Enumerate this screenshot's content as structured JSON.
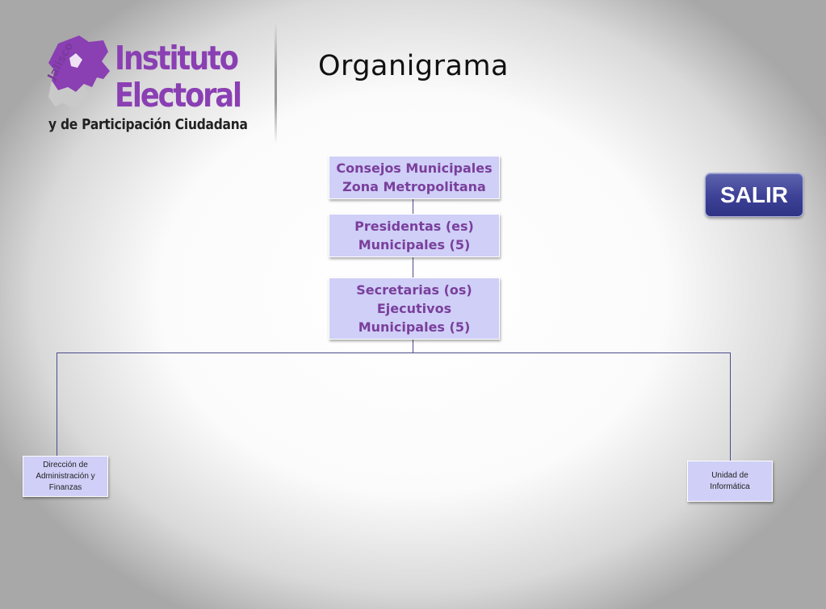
{
  "logo": {
    "jalisco": "Jalisco",
    "line1": "Instituto",
    "line2": "Electoral",
    "subtitle": "y de Participación Ciudadana"
  },
  "title": "Organigrama",
  "salir_label": "SALIR",
  "org": {
    "level1": [
      "Consejos Municipales",
      "Zona Metropolitana"
    ],
    "level2": [
      "Presidentas (es)",
      "Municipales (5)"
    ],
    "level3": [
      "Secretarias (os)",
      "Ejecutivos",
      "Municipales (5)"
    ],
    "left_unit": [
      "Dirección de",
      "Administración y",
      "Finanzas"
    ],
    "right_unit": [
      "Unidad de",
      "Informática"
    ]
  },
  "colors": {
    "box_fill": "#cfcff7",
    "box_text": "#7a3f9c",
    "connector": "#4c4c8c",
    "button": "#3d4196",
    "logo_purple": "#8a3fb3"
  }
}
